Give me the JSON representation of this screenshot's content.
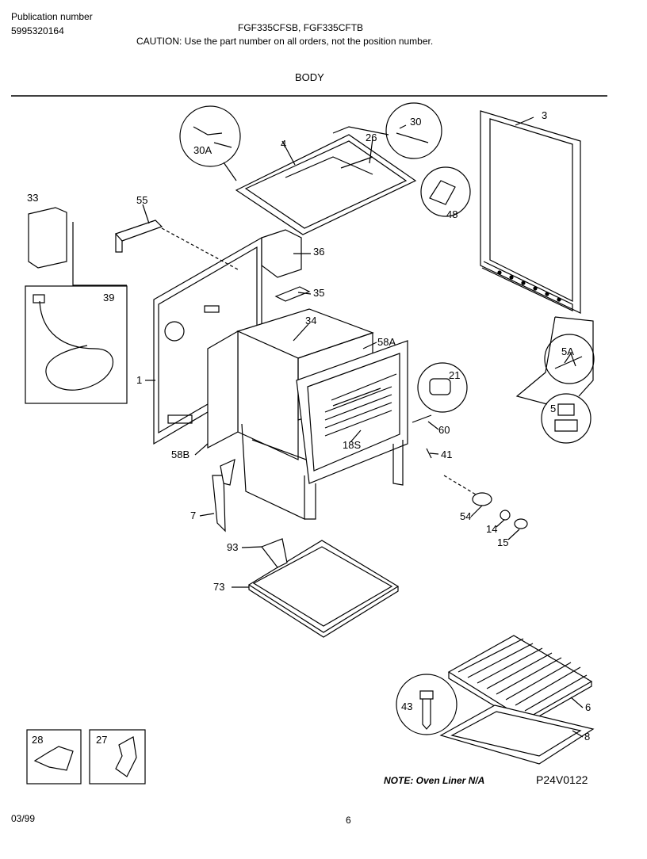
{
  "header": {
    "publication_label": "Publication number",
    "publication_number": "5995320164",
    "models": "FGF335CFSB, FGF335CFTB",
    "caution": "CAUTION:  Use the part number on all orders, not the position number.",
    "section_title": "BODY"
  },
  "parts": [
    {
      "id": "1"
    },
    {
      "id": "3"
    },
    {
      "id": "4"
    },
    {
      "id": "5"
    },
    {
      "id": "5A"
    },
    {
      "id": "6"
    },
    {
      "id": "7"
    },
    {
      "id": "8"
    },
    {
      "id": "14"
    },
    {
      "id": "15"
    },
    {
      "id": "18S"
    },
    {
      "id": "21"
    },
    {
      "id": "26"
    },
    {
      "id": "27"
    },
    {
      "id": "28"
    },
    {
      "id": "30"
    },
    {
      "id": "30A"
    },
    {
      "id": "33"
    },
    {
      "id": "34"
    },
    {
      "id": "35"
    },
    {
      "id": "36"
    },
    {
      "id": "39"
    },
    {
      "id": "41"
    },
    {
      "id": "43"
    },
    {
      "id": "48"
    },
    {
      "id": "54"
    },
    {
      "id": "55"
    },
    {
      "id": "58A"
    },
    {
      "id": "58B"
    },
    {
      "id": "60"
    },
    {
      "id": "73"
    },
    {
      "id": "93"
    }
  ],
  "footer": {
    "note": "NOTE: Oven Liner N/A",
    "figure_code": "P24V0122",
    "date": "03/99",
    "page": "6"
  }
}
